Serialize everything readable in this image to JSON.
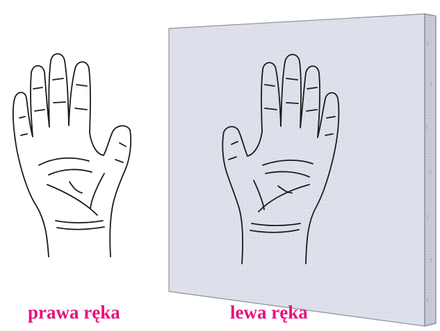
{
  "captions": {
    "right_hand": "prawa ręka",
    "left_hand": "lewa ręka"
  },
  "colors": {
    "caption": "#e8127d",
    "outline": "#1a1a1a",
    "mirror_face": "#dfe2ec",
    "mirror_edge": "#c9ccd8",
    "mirror_border": "#8d909c"
  },
  "icons": {
    "real_hand": "right-hand-palm-drawing",
    "mirror": "mirror-panel",
    "reflected_hand": "left-hand-palm-drawing"
  }
}
